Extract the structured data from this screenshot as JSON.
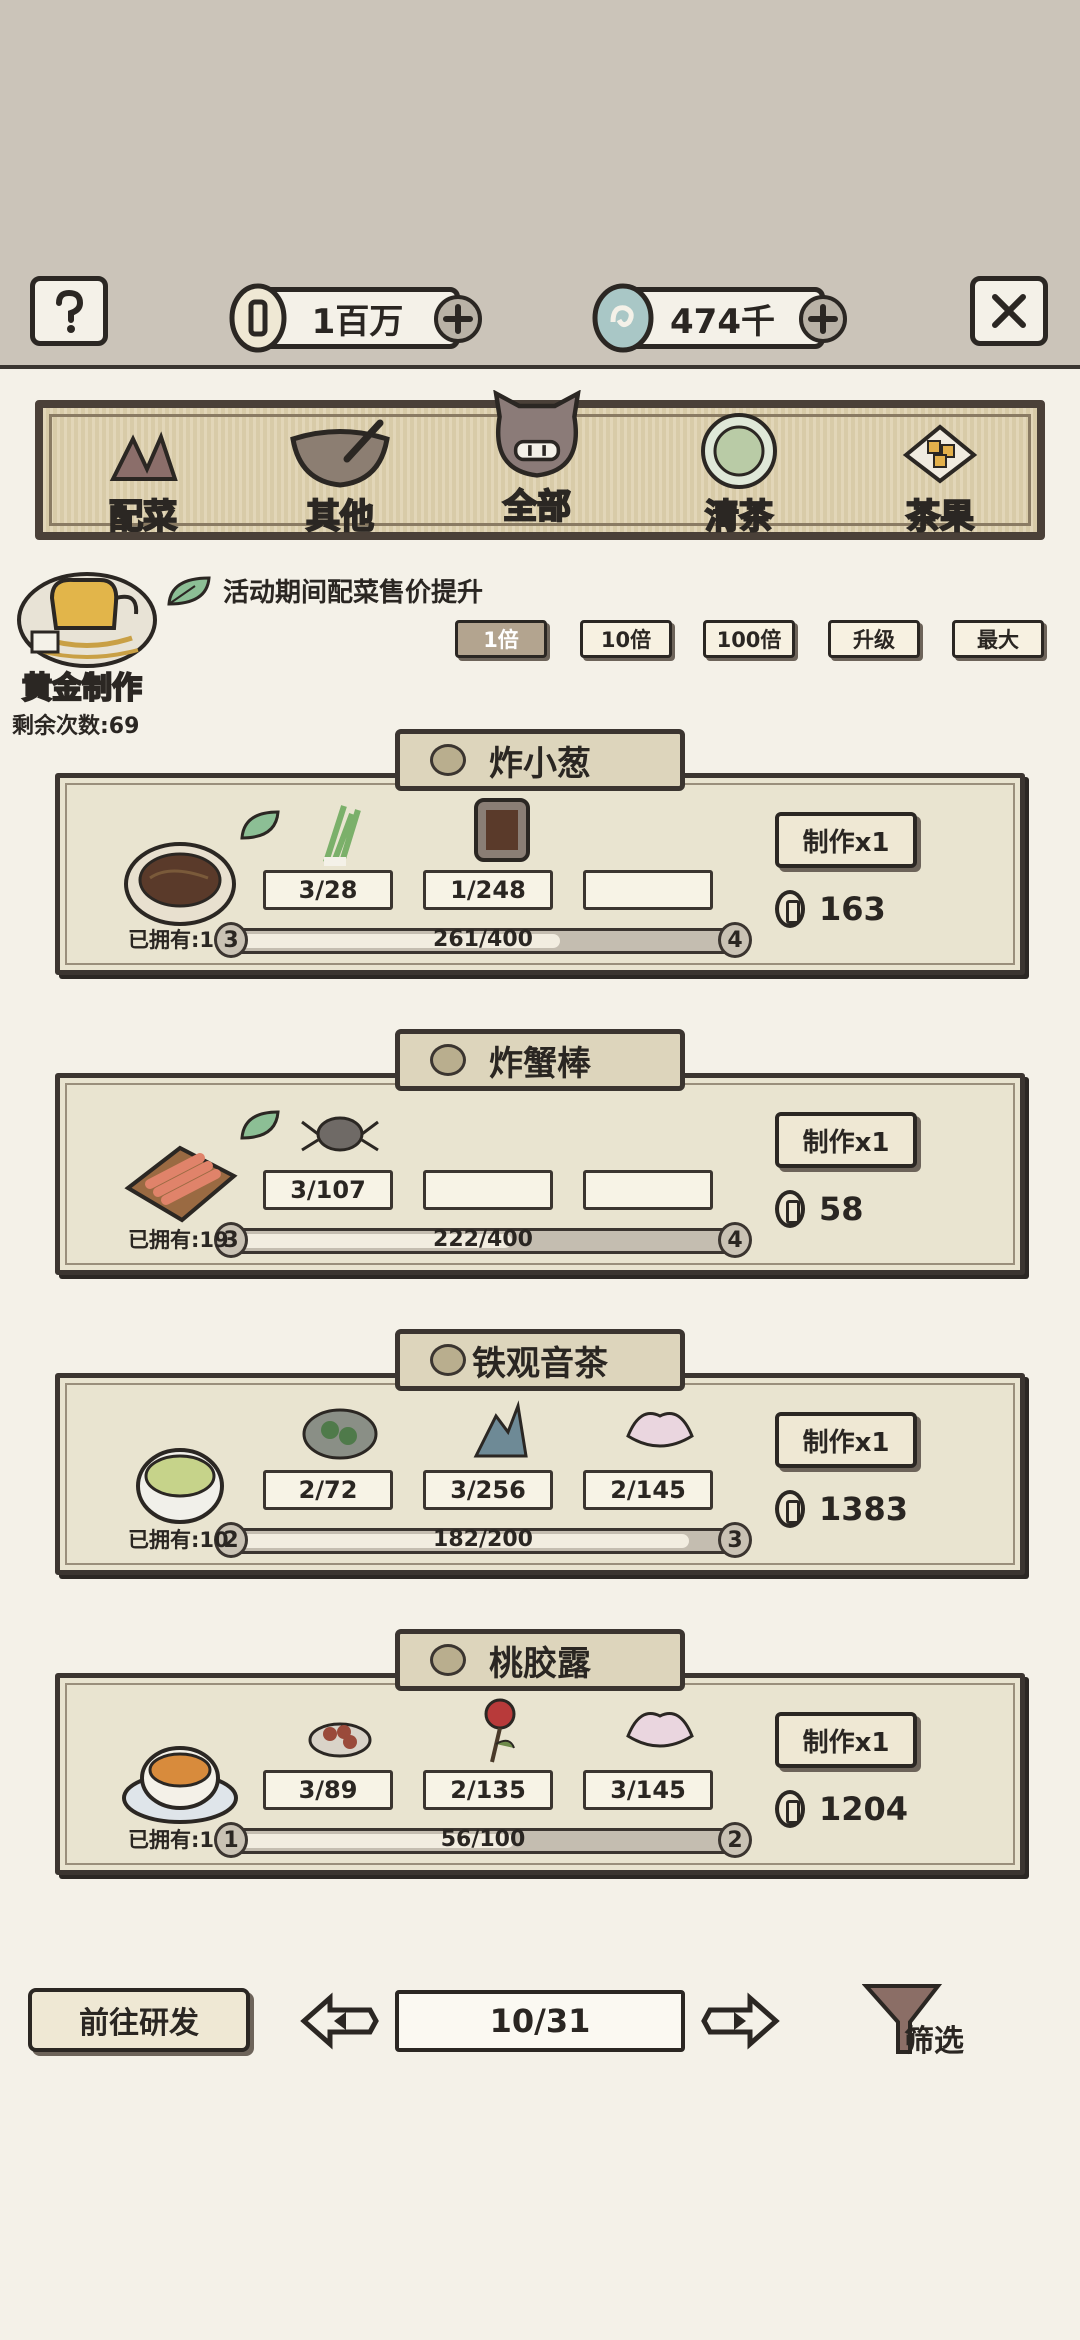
{
  "topbar": {
    "coins": "1百万",
    "gems": "474千"
  },
  "categories": [
    {
      "label": "配菜",
      "icon": "side-dish-icon"
    },
    {
      "label": "其他",
      "icon": "mortar-icon"
    },
    {
      "label": "全部",
      "icon": "pig-icon"
    },
    {
      "label": "清茶",
      "icon": "tea-bowl-icon"
    },
    {
      "label": "茶果",
      "icon": "tea-snack-icon"
    }
  ],
  "gold": {
    "label": "黄金制作",
    "remaining": "剩余次数:69"
  },
  "event_text": "活动期间配菜售价提升",
  "multipliers": [
    "1倍",
    "10倍",
    "100倍",
    "升级",
    "最大"
  ],
  "recipes": [
    {
      "name": "炸小葱",
      "owned": "已拥有:1",
      "slots": [
        "3/28",
        "1/248",
        ""
      ],
      "progress_text": "261/400",
      "progress": 0.6525,
      "level_from": "3",
      "level_to": "4",
      "make_label": "制作x1",
      "price": "163"
    },
    {
      "name": "炸蟹棒",
      "owned": "已拥有:19",
      "slots": [
        "3/107",
        "",
        ""
      ],
      "progress_text": "222/400",
      "progress": 0.555,
      "level_from": "3",
      "level_to": "4",
      "make_label": "制作x1",
      "price": "58"
    },
    {
      "name": "铁观音茶",
      "owned": "已拥有:10",
      "slots": [
        "2/72",
        "3/256",
        "2/145"
      ],
      "progress_text": "182/200",
      "progress": 0.91,
      "level_from": "2",
      "level_to": "3",
      "make_label": "制作x1",
      "price": "1383"
    },
    {
      "name": "桃胶露",
      "owned": "已拥有:1",
      "slots": [
        "3/89",
        "2/135",
        "3/145"
      ],
      "progress_text": "56/100",
      "progress": 0.56,
      "level_from": "1",
      "level_to": "2",
      "make_label": "制作x1",
      "price": "1204"
    }
  ],
  "bottom": {
    "research_label": "前往研发",
    "page": "10/31",
    "filter_label": "筛选"
  }
}
